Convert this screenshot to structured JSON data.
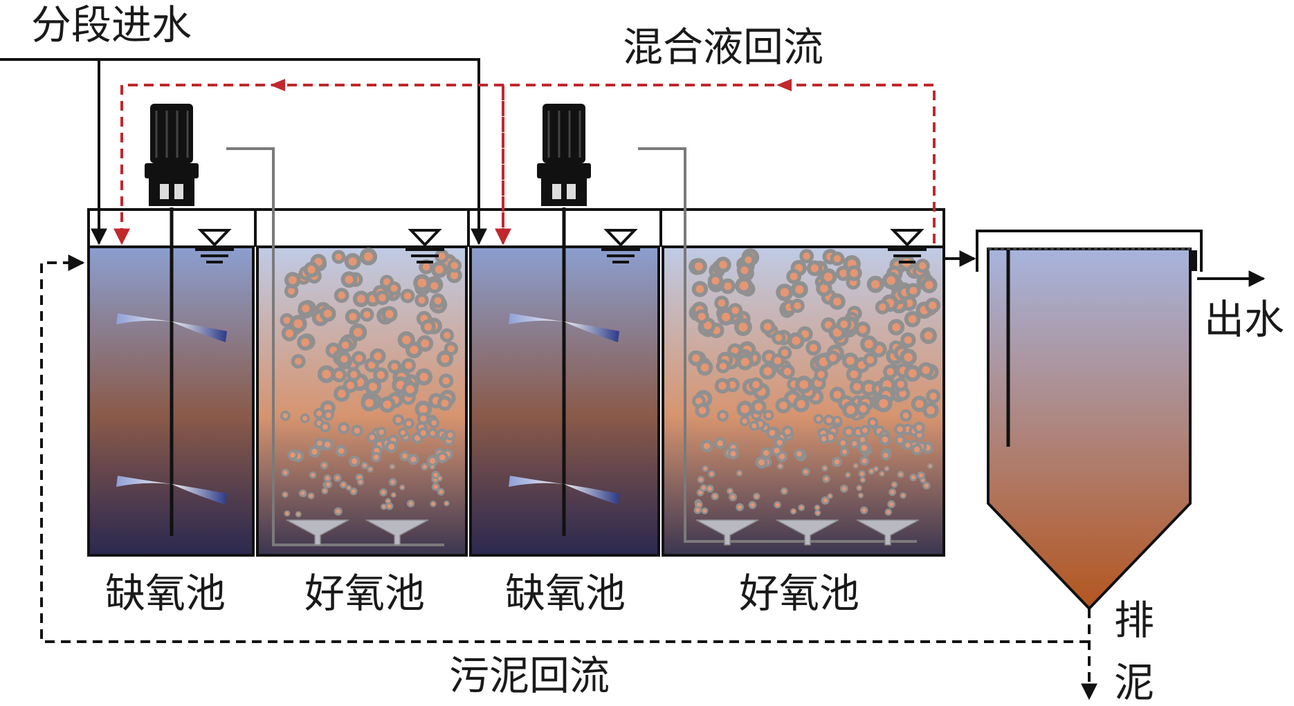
{
  "labels": {
    "feed": "分段进水",
    "mixed_liquor_return": "混合液回流",
    "sludge_return": "污泥回流",
    "effluent": "出水",
    "discharge_char1": "排",
    "discharge_char2": "泥",
    "tanks": [
      "缺氧池",
      "好氧池",
      "缺氧池",
      "好氧池"
    ]
  },
  "colors": {
    "frame": "#111111",
    "return_dashed": "#c0282d",
    "sludge_dashed": "#111111",
    "tank_top": "#8b9fd0",
    "tank_mid": "#8a5a49",
    "tank_bottom": "#2a2850",
    "aerobic_top": "#bfcbe6",
    "aerobic_mid": "#d6946f",
    "aerobic_bottom": "#3b3550",
    "clarifier_top": "#a7b4dd",
    "clarifier_bottom": "#b4561f",
    "bubble": "#909090",
    "bubble_core": "#e69673",
    "motor": "#111111"
  }
}
